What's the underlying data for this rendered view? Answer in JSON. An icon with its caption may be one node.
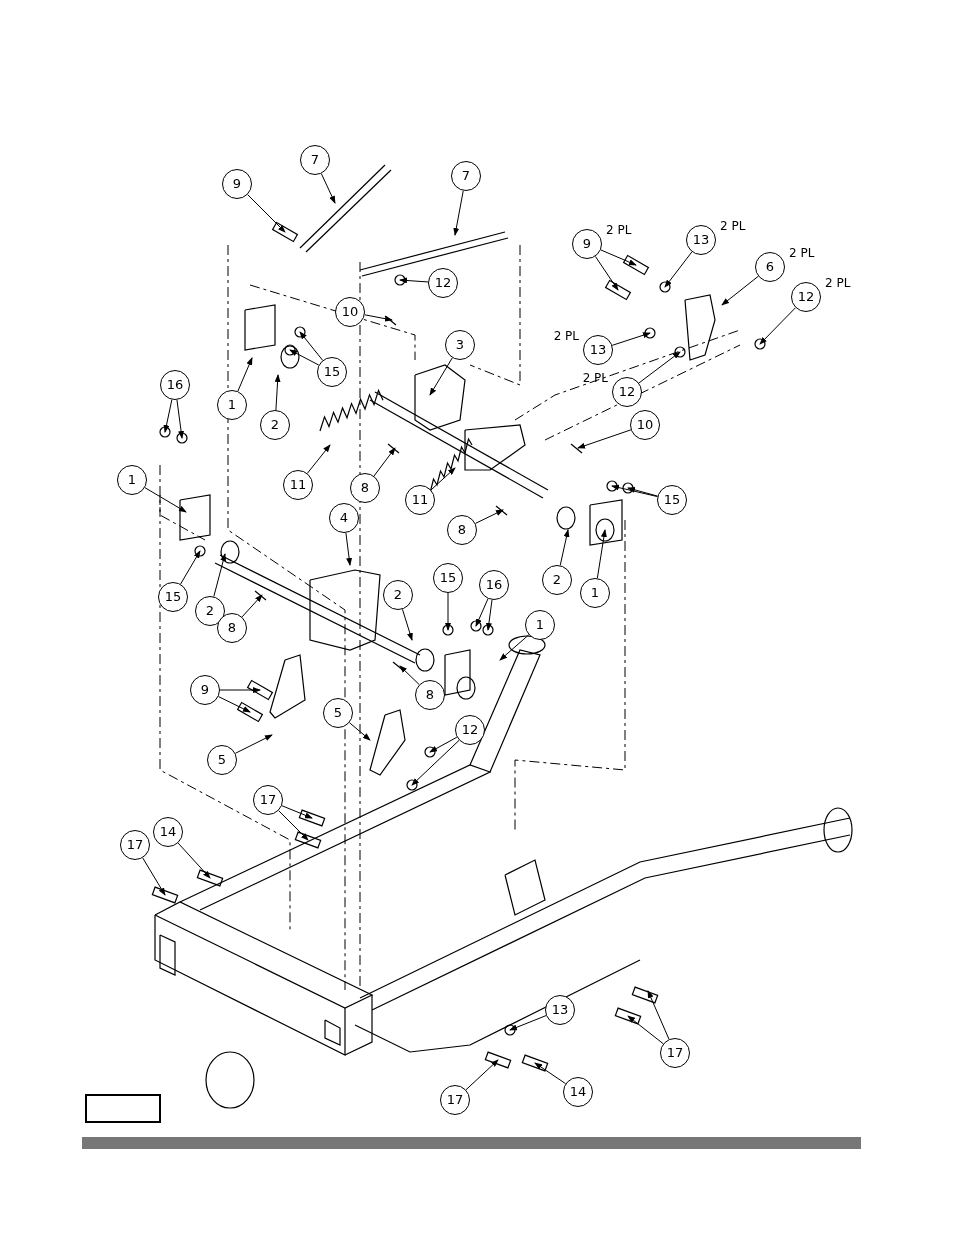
{
  "diagram": {
    "nodes": [
      {
        "text": [
          "7"
        ]
      },
      {
        "text": [
          "9"
        ]
      },
      {
        "text": [
          "7"
        ]
      },
      {
        "text": [
          "13"
        ],
        "beside": [
          "2 PL"
        ]
      },
      {
        "text": [
          "9"
        ],
        "beside": [
          "2 PL"
        ]
      },
      {
        "text": [
          "6"
        ],
        "beside": [
          "2 PL"
        ]
      },
      {
        "text": [
          "12"
        ]
      },
      {
        "text": [
          "12"
        ],
        "beside": [
          "2 PL"
        ]
      },
      {
        "text": [
          "10"
        ]
      },
      {
        "text": [
          "3"
        ]
      },
      {
        "text": [
          "15"
        ]
      },
      {
        "text": [
          "13"
        ],
        "beside": [
          "2 PL"
        ]
      },
      {
        "text": [
          "1"
        ]
      },
      {
        "text": [
          "2"
        ]
      },
      {
        "text": [
          "16"
        ]
      },
      {
        "text": [
          "12"
        ],
        "beside": [
          "2 PL"
        ]
      },
      {
        "text": [
          "10"
        ]
      },
      {
        "text": [
          "11"
        ]
      },
      {
        "text": [
          "8"
        ]
      },
      {
        "text": [
          "11"
        ]
      },
      {
        "text": [
          "1"
        ]
      },
      {
        "text": [
          "15"
        ]
      },
      {
        "text": [
          "4"
        ]
      },
      {
        "text": [
          "8"
        ]
      },
      {
        "text": [
          "2"
        ]
      },
      {
        "text": [
          "1"
        ]
      },
      {
        "text": [
          "15"
        ]
      },
      {
        "text": [
          "16"
        ]
      },
      {
        "text": [
          "2"
        ]
      },
      {
        "text": [
          "1"
        ]
      },
      {
        "text": [
          "15"
        ]
      },
      {
        "text": [
          "2"
        ]
      },
      {
        "text": [
          "8"
        ]
      },
      {
        "text": [
          "9"
        ]
      },
      {
        "text": [
          "8"
        ]
      },
      {
        "text": [
          "5"
        ]
      },
      {
        "text": [
          "5"
        ]
      },
      {
        "text": [
          "12"
        ]
      },
      {
        "text": [
          "17"
        ]
      },
      {
        "text": [
          "14"
        ]
      },
      {
        "text": [
          "17"
        ]
      },
      {
        "text": [
          "13"
        ]
      },
      {
        "text": [
          "17"
        ]
      },
      {
        "text": [
          "17"
        ]
      },
      {
        "text": [
          "14"
        ]
      }
    ],
    "edges": [
      {
        "from": 0,
        "to": null,
        "arrow": "to"
      },
      {
        "from": 1,
        "to": null,
        "arrow": "to"
      },
      {
        "from": 2,
        "to": null,
        "arrow": "to"
      },
      {
        "from": 3,
        "to": null,
        "arrow": "to"
      },
      {
        "from": 4,
        "to": null,
        "arrow": "to"
      },
      {
        "from": 4,
        "to": null,
        "arrow": "to"
      },
      {
        "from": 5,
        "to": null,
        "arrow": "to"
      },
      {
        "from": 6,
        "to": null,
        "arrow": "to"
      },
      {
        "from": 7,
        "to": null,
        "arrow": "to"
      },
      {
        "from": 8,
        "to": null,
        "arrow": "to"
      },
      {
        "from": 9,
        "to": null,
        "arrow": "to"
      },
      {
        "from": 10,
        "to": null,
        "arrow": "to"
      },
      {
        "from": 10,
        "to": null,
        "arrow": "to"
      },
      {
        "from": 11,
        "to": null,
        "arrow": "to"
      },
      {
        "from": 12,
        "to": null,
        "arrow": "to"
      },
      {
        "from": 13,
        "to": null,
        "arrow": "to"
      },
      {
        "from": 14,
        "to": null,
        "arrow": "to"
      },
      {
        "from": 14,
        "to": null,
        "arrow": "to"
      },
      {
        "from": 15,
        "to": null,
        "arrow": "to"
      },
      {
        "from": 16,
        "to": null,
        "arrow": "to"
      },
      {
        "from": 17,
        "to": null,
        "arrow": "to"
      },
      {
        "from": 18,
        "to": null,
        "arrow": "to"
      },
      {
        "from": 19,
        "to": null,
        "arrow": "to"
      },
      {
        "from": 20,
        "to": null,
        "arrow": "to"
      },
      {
        "from": 21,
        "to": null,
        "arrow": "to"
      },
      {
        "from": 21,
        "to": null,
        "arrow": "to"
      },
      {
        "from": 22,
        "to": null,
        "arrow": "to"
      },
      {
        "from": 23,
        "to": null,
        "arrow": "to"
      },
      {
        "from": 24,
        "to": null,
        "arrow": "to"
      },
      {
        "from": 25,
        "to": null,
        "arrow": "to"
      },
      {
        "from": 26,
        "to": null,
        "arrow": "to"
      },
      {
        "from": 27,
        "to": null,
        "arrow": "to"
      },
      {
        "from": 27,
        "to": null,
        "arrow": "to"
      },
      {
        "from": 28,
        "to": null,
        "arrow": "to"
      },
      {
        "from": 29,
        "to": null,
        "arrow": "to"
      },
      {
        "from": 30,
        "to": null,
        "arrow": "to"
      },
      {
        "from": 31,
        "to": null,
        "arrow": "to"
      },
      {
        "from": 32,
        "to": null,
        "arrow": "to"
      },
      {
        "from": 33,
        "to": null,
        "arrow": "to"
      },
      {
        "from": 33,
        "to": null,
        "arrow": "to"
      },
      {
        "from": 34,
        "to": null,
        "arrow": "to"
      },
      {
        "from": 35,
        "to": null,
        "arrow": "to"
      },
      {
        "from": 36,
        "to": null,
        "arrow": "to"
      },
      {
        "from": 37,
        "to": null,
        "arrow": "to"
      },
      {
        "from": 37,
        "to": null,
        "arrow": "to"
      },
      {
        "from": 38,
        "to": null,
        "arrow": "to"
      },
      {
        "from": 38,
        "to": null,
        "arrow": "to"
      },
      {
        "from": 39,
        "to": null,
        "arrow": "to"
      },
      {
        "from": 40,
        "to": null,
        "arrow": "to"
      },
      {
        "from": 41,
        "to": null,
        "arrow": "to"
      },
      {
        "from": 42,
        "to": null,
        "arrow": "to"
      },
      {
        "from": 42,
        "to": null,
        "arrow": "to"
      },
      {
        "from": 43,
        "to": null,
        "arrow": "to"
      },
      {
        "from": 44,
        "to": null,
        "arrow": "to"
      }
    ]
  }
}
